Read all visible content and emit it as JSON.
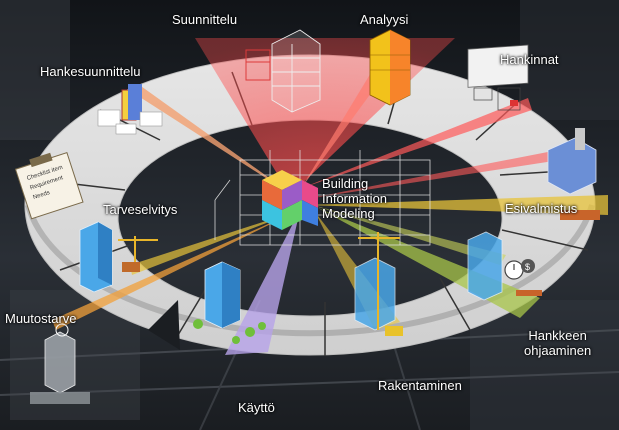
{
  "diagram": {
    "center_title_lines": [
      "Building",
      "Information",
      "Modeling"
    ],
    "stages": {
      "suunnittelu": "Suunnittelu",
      "analyysi": "Analyysi",
      "hankinnat": "Hankinnat",
      "hankesuunnittelu": "Hankesuunnittelu",
      "tarveselvitys": "Tarveselvitys",
      "esivalmistus": "Esivalmistus",
      "muutostarve": "Muutostarve",
      "hankkeen_ohjaaminen_line1": "Hankkeen",
      "hankkeen_ohjaaminen_line2": "ohjaaminen",
      "rakentaminen": "Rakentaminen",
      "kaytto": "Käyttö"
    },
    "clipboard_text": [
      "Checklist item",
      "Requirement",
      "Needs"
    ],
    "colors": {
      "ring": "#d9d9d9",
      "red_beam": "#e34848",
      "orange_beam": "#f2a03a",
      "yellow_beam": "#e7c33a",
      "green_beam": "#a8c64a",
      "purple_beam": "#b7a3e8",
      "building_blue": "#4aa7e8"
    }
  }
}
